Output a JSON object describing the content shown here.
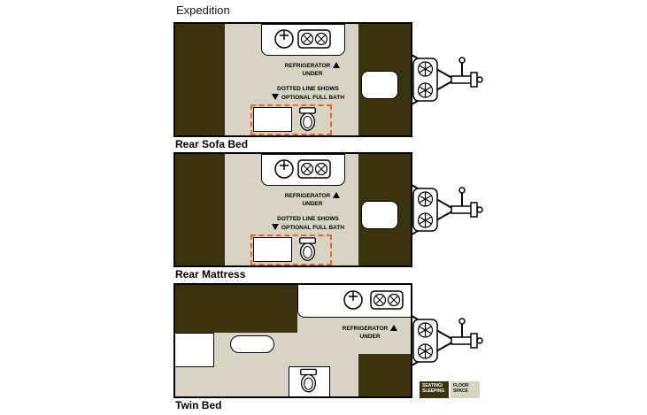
{
  "title": "Expedition",
  "annotations": {
    "refrigerator_line1": "REFRIGERATOR",
    "refrigerator_line2": "UNDER",
    "bath_note_line1": "DOTTED LINE SHOWS",
    "bath_note_line2": "OPTIONAL FULL BATH"
  },
  "plans": [
    {
      "name": "Rear Sofa Bed"
    },
    {
      "name": "Rear Mattress"
    },
    {
      "name": "Twin Bed"
    }
  ],
  "legend": {
    "seating_line1": "SEATING/",
    "seating_line2": "SLEEPING",
    "floor_line1": "FLOOR",
    "floor_line2": "SPACE"
  },
  "colors": {
    "seating_sleeping": "#3b330e",
    "floor_space": "#d8d3c2",
    "optional_bath_outline": "#e8632e"
  }
}
